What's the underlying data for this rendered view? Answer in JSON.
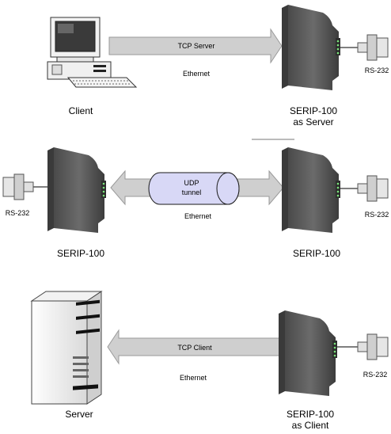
{
  "section1": {
    "arrow_label": "TCP Server",
    "network_label": "Ethernet",
    "left_label": "Client",
    "right_label_line1": "SERIP-100",
    "right_label_line2": "as Server",
    "serial_label": "RS-232"
  },
  "section2": {
    "tunnel_line1": "UDP",
    "tunnel_line2": "tunnel",
    "network_label": "Ethernet",
    "left_label": "SERIP-100",
    "right_label": "SERIP-100",
    "serial_left": "RS-232",
    "serial_right": "RS-232"
  },
  "section3": {
    "arrow_label": "TCP Client",
    "network_label": "Ethernet",
    "left_label": "Server",
    "right_label_line1": "SERIP-100",
    "right_label_line2": "as Client",
    "serial_label": "RS-232"
  },
  "colors": {
    "arrow_fill": "#cfcfcf",
    "arrow_stroke": "#9a9a9a",
    "device_dark": "#555555",
    "device_light": "#8a8a8a",
    "tunnel_fill": "#d8d8f6",
    "tunnel_stroke": "#1a1a1a"
  }
}
